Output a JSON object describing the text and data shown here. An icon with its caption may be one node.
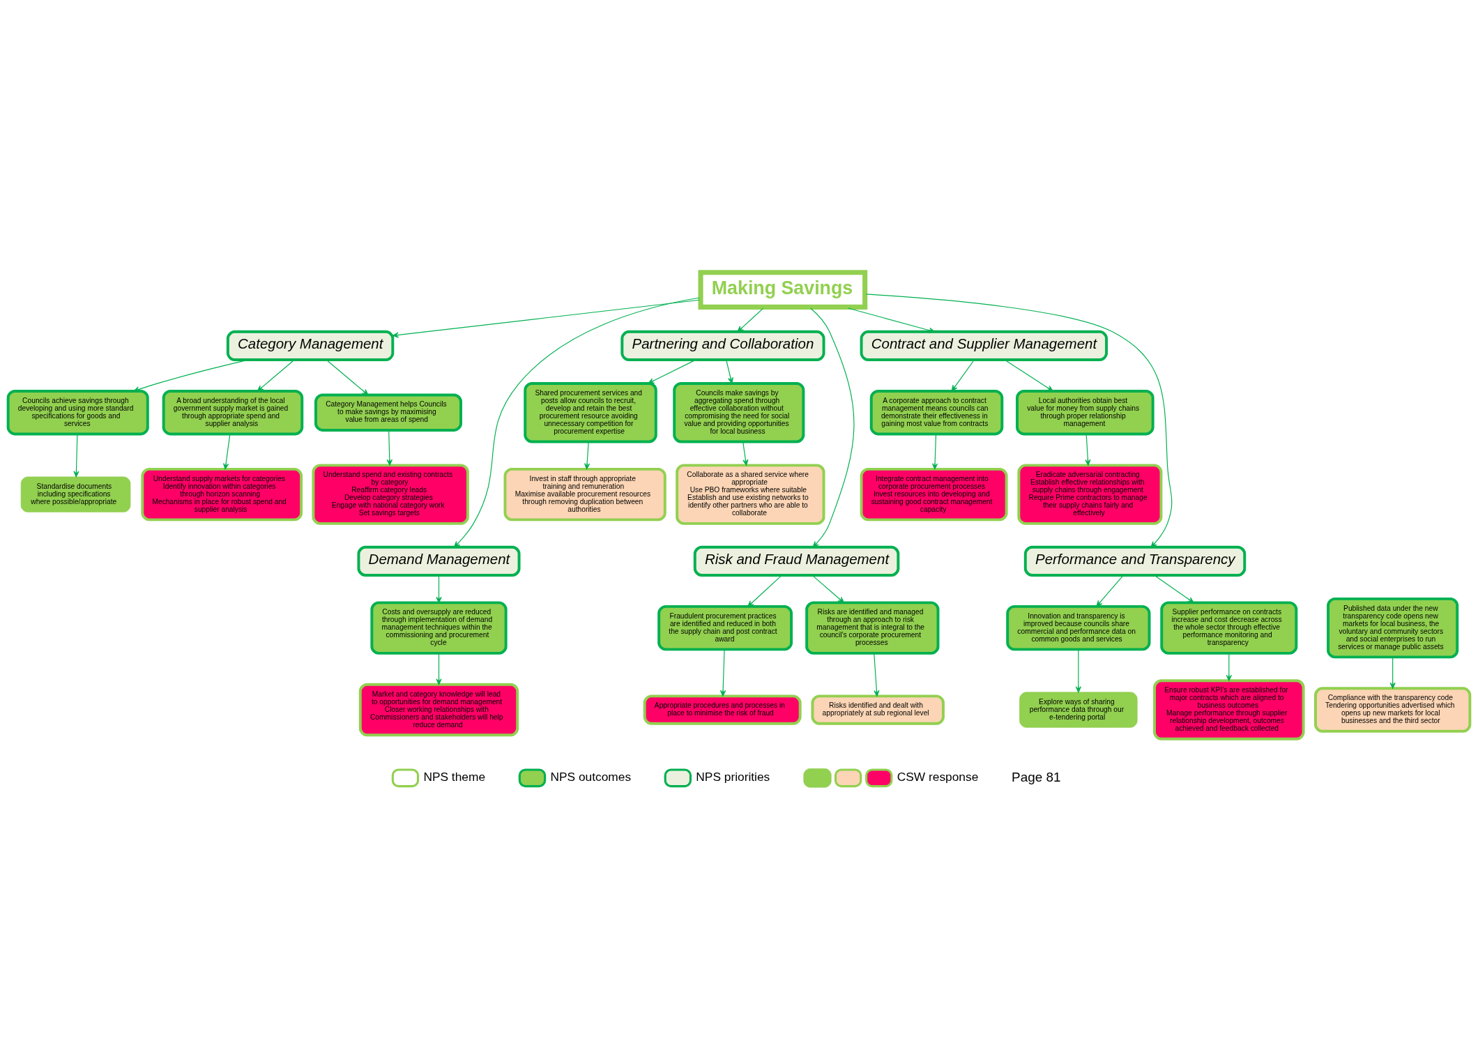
{
  "diagram": {
    "nodes": [
      {
        "text": [
          "Making Savings"
        ]
      },
      {
        "text": [
          "Category Management"
        ]
      },
      {
        "text": [
          "Partnering and Collaboration"
        ]
      },
      {
        "text": [
          "Contract and Supplier Management"
        ]
      },
      {
        "text": [
          "Demand Management"
        ]
      },
      {
        "text": [
          "Risk and Fraud Management"
        ]
      },
      {
        "text": [
          "Performance and Transparency"
        ]
      },
      {
        "text": [
          "Category Management helps Councils to make savings by maximising value from areas of spend"
        ]
      },
      {
        "text": [
          "Councils achieve savings through developing and using more standard specifications for goods and services"
        ]
      },
      {
        "text": [
          "A broad understanding of the local government supply market is gained through appropriate spend and supplier analysis"
        ]
      },
      {
        "text": [
          "Councils make savings by aggregating spend through effective collaboration without compromising the need for social value and providing opportunities for local business"
        ]
      },
      {
        "text": [
          "Shared procurement services and posts allow councils to recruit, develop and retain the best procurement resource avoiding unnecessary competition for procurement expertise"
        ]
      },
      {
        "text": [
          "A corporate approach to contract management means councils can demonstrate their effectiveness in gaining most value from contracts"
        ]
      },
      {
        "text": [
          "Local authorities obtain best value for money from supply chains through proper relationship management"
        ]
      },
      {
        "text": [
          "Costs and oversupply are reduced through implementation of demand management techniques within the commissioning and procurement cycle"
        ]
      },
      {
        "text": [
          "Risks are identified and managed through an approach to risk management that is integral to the council’s corporate procurement processes"
        ]
      },
      {
        "text": [
          "Fraudulent procurement practices are identified and reduced in both the supply chain and post contract award"
        ]
      },
      {
        "text": [
          "Supplier performance on contracts increase and cost decrease across the whole sector through effective performance monitoring and transparency"
        ]
      },
      {
        "text": [
          "Innovation and transparency is improved because councils share commercial and performance data on common goods and services"
        ]
      },
      {
        "text": [
          "Published data under the new transparency code opens new markets for local business, the voluntary and community sectors and social enterprises to run services or manage public assets"
        ]
      },
      {
        "text": [
          "Standardise documents including specifications where possible/appropriate"
        ]
      },
      {
        "text": [
          "Understand supply markets for categories",
          "Identify innovation within categories through horizon scanning",
          "Mechanisms in place for robust spend and supplier analysis"
        ]
      },
      {
        "text": [
          "Collaborate as a shared service where appropriate",
          "Use PBO frameworks where suitable",
          "Establish and use existing networks to identify other partners who are able to collaborate"
        ]
      },
      {
        "text": [
          "Invest in staff through appropriate training and remuneration",
          "Maximise available procurement resources through removing duplication between authorities"
        ]
      },
      {
        "text": [
          "Integrate contract management into corporate procurement processes",
          "Invest resources into developing and sustaining good contract management capacity"
        ]
      },
      {
        "text": [
          "Eradicate adversarial contracting",
          "Establish effective relationships with supply chains through engagement",
          "Require Prime contractors to manage their supply chains fairly and effectively"
        ]
      },
      {
        "text": [
          "Understand spend and existing contracts by category",
          "Reaffirm category leads",
          "Develop category strategies",
          "Engage with national category work",
          "Set savings targets"
        ]
      },
      {
        "text": [
          "Market and category knowledge will lead to opportunities for demand management",
          "Closer working relationships with Commissioners and stakeholders will help reduce demand"
        ]
      },
      {
        "text": [
          "Risks identified and dealt with appropriately at sub regional level"
        ]
      },
      {
        "text": [
          "Appropriate procedures and processes in place to minimise the risk of fraud"
        ]
      },
      {
        "text": [
          "Ensure robust KPI’s are established for major contracts which are aligned to business outcomes",
          "Manage performance through supplier relationship development, outcomes achieved and feedback collected"
        ]
      },
      {
        "text": [
          "Compliance with the transparency code",
          "Tendering opportunities advertised which opens up new markets for local businesses and the third sector"
        ]
      },
      {
        "text": [
          "Explore ways of sharing performance data through our e-tendering portal"
        ]
      }
    ],
    "edges": [
      {
        "from": 0,
        "to": 1,
        "arrow": "to"
      },
      {
        "from": 0,
        "to": 2,
        "arrow": "to"
      },
      {
        "from": 0,
        "to": 3,
        "arrow": "to"
      },
      {
        "from": 0,
        "to": 4,
        "arrow": "to"
      },
      {
        "from": 0,
        "to": 5,
        "arrow": "to"
      },
      {
        "from": 0,
        "to": 6,
        "arrow": "to"
      },
      {
        "from": 1,
        "to": 7,
        "arrow": "to"
      },
      {
        "from": 1,
        "to": 8,
        "arrow": "to"
      },
      {
        "from": 1,
        "to": 9,
        "arrow": "to"
      },
      {
        "from": 7,
        "to": 26,
        "arrow": "to"
      },
      {
        "from": 8,
        "to": 20,
        "arrow": "to"
      },
      {
        "from": 9,
        "to": 21,
        "arrow": "to"
      },
      {
        "from": 2,
        "to": 10,
        "arrow": "to"
      },
      {
        "from": 2,
        "to": 11,
        "arrow": "to"
      },
      {
        "from": 10,
        "to": 22,
        "arrow": "to"
      },
      {
        "from": 11,
        "to": 23,
        "arrow": "to"
      },
      {
        "from": 3,
        "to": 12,
        "arrow": "to"
      },
      {
        "from": 3,
        "to": 13,
        "arrow": "to"
      },
      {
        "from": 12,
        "to": 24,
        "arrow": "to"
      },
      {
        "from": 13,
        "to": 25,
        "arrow": "to"
      },
      {
        "from": 4,
        "to": 14,
        "arrow": "to"
      },
      {
        "from": 14,
        "to": 27,
        "arrow": "to"
      },
      {
        "from": 5,
        "to": 15,
        "arrow": "to"
      },
      {
        "from": 5,
        "to": 16,
        "arrow": "to"
      },
      {
        "from": 15,
        "to": 28,
        "arrow": "to"
      },
      {
        "from": 16,
        "to": 29,
        "arrow": "to"
      },
      {
        "from": 6,
        "to": 17,
        "arrow": "to"
      },
      {
        "from": 6,
        "to": 18,
        "arrow": "to"
      },
      {
        "from": 17,
        "to": 30,
        "arrow": "to"
      },
      {
        "from": 18,
        "to": 32,
        "arrow": "to"
      },
      {
        "from": 19,
        "to": 31,
        "arrow": "to"
      }
    ],
    "labels": [
      "Page 81"
    ],
    "legend": [
      {
        "text": "NPS theme"
      },
      {
        "text": "NPS outcomes"
      },
      {
        "text": "NPS priorities"
      },
      {
        "text": "CSW response"
      }
    ]
  }
}
